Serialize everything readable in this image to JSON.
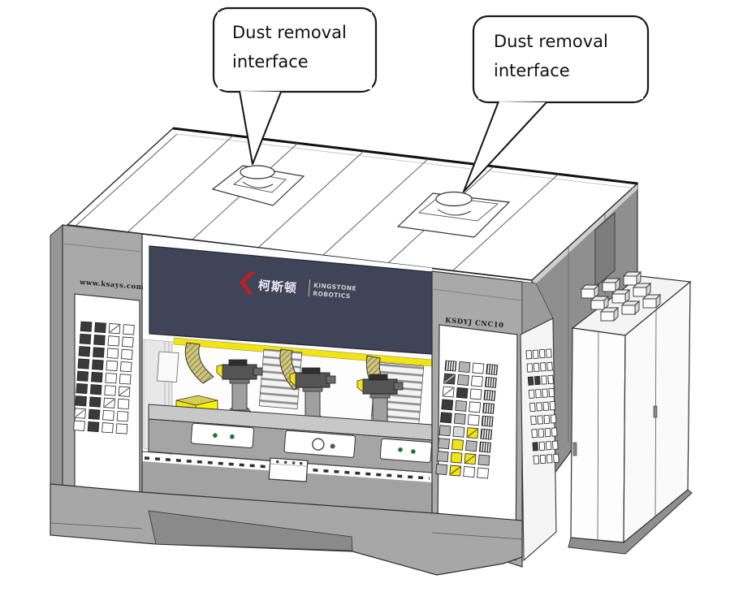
{
  "callouts": [
    {
      "id": "left",
      "text_line1": "Dust removal",
      "text_line2": "interface"
    },
    {
      "id": "right",
      "text_line1": "Dust removal",
      "text_line2": "interface"
    }
  ],
  "machine": {
    "brand": {
      "name_cn": "柯斯顿",
      "name_en_line1": "KINGSTONE",
      "name_en_line2": "ROBOTICS"
    },
    "left_pillar": {
      "label": "www.ksays.com",
      "buttons": [
        [
          "d",
          "d",
          "s",
          "w"
        ],
        [
          "d",
          "d",
          "w",
          "w"
        ],
        [
          "d",
          "d",
          "w",
          "w"
        ],
        [
          "d",
          "d",
          "w",
          "w"
        ],
        [
          "d",
          "d",
          "w",
          "w"
        ],
        [
          "d",
          "d",
          "w",
          "s"
        ],
        [
          "d",
          "d",
          "s",
          "w"
        ],
        [
          "s",
          "d",
          "w",
          "w"
        ],
        [
          "w",
          "d",
          "w",
          "w"
        ]
      ]
    },
    "right_pillar": {
      "label": "KSDYJ CNC10",
      "buttons": [
        [
          "t",
          "g",
          "w",
          "t"
        ],
        [
          "c",
          "g",
          "w",
          "t"
        ],
        [
          "s",
          "d",
          "w",
          "t"
        ],
        [
          "d",
          "g",
          "w",
          "t"
        ],
        [
          "d",
          "g",
          "w",
          "t"
        ],
        [
          "g",
          "l",
          "h",
          "t"
        ],
        [
          "g",
          "y",
          "g",
          "t"
        ],
        [
          "g",
          "y",
          "h",
          "g"
        ],
        [
          "g",
          "h",
          "w",
          "w"
        ]
      ]
    },
    "vent_panel": {
      "buttons": [
        [
          "w",
          "w",
          "w",
          "w"
        ],
        [
          "w",
          "w",
          "w",
          "w"
        ],
        [
          "d",
          "d",
          "w",
          "w"
        ],
        [
          "w",
          "w",
          "w",
          "w"
        ],
        [
          "w",
          "w",
          "w",
          "w"
        ],
        [
          "w",
          "w",
          "w",
          "w"
        ],
        [
          "w",
          "w",
          "w",
          "w"
        ],
        [
          "d",
          "w",
          "w",
          "w"
        ],
        [
          "w",
          "w",
          "w",
          "w"
        ]
      ]
    },
    "cabinet": {
      "connector_box_count": 9
    },
    "dust_port_count": 2,
    "station_count": 3
  },
  "colors": {
    "banner_navy": "#3f4459",
    "logo_red": "#c41e1e",
    "highlight_yellow": "#f2e313",
    "indicator_green": "#1d7a1d",
    "machine_gray": "#a9a9a9",
    "side_wall_gray": "#8f8f8f",
    "chain_olive": "#cfc57e"
  }
}
